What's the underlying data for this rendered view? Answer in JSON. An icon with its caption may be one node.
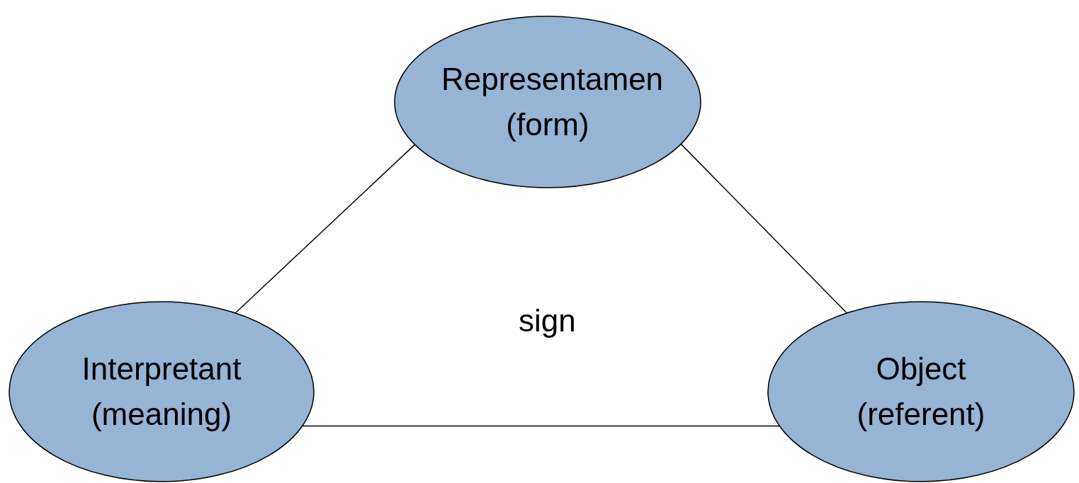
{
  "diagram": {
    "nodes": [
      {
        "text": [
          "Representamen (form)"
        ]
      },
      {
        "text": [
          "Interpretant (meaning)"
        ]
      },
      {
        "text": [
          "Object (referent)"
        ]
      }
    ],
    "edges": [
      {
        "from": 0,
        "to": 1,
        "arrow": "none"
      },
      {
        "from": 0,
        "to": 2,
        "arrow": "none"
      },
      {
        "from": 1,
        "to": 2,
        "arrow": "none"
      }
    ],
    "labels": [
      "sign"
    ]
  }
}
